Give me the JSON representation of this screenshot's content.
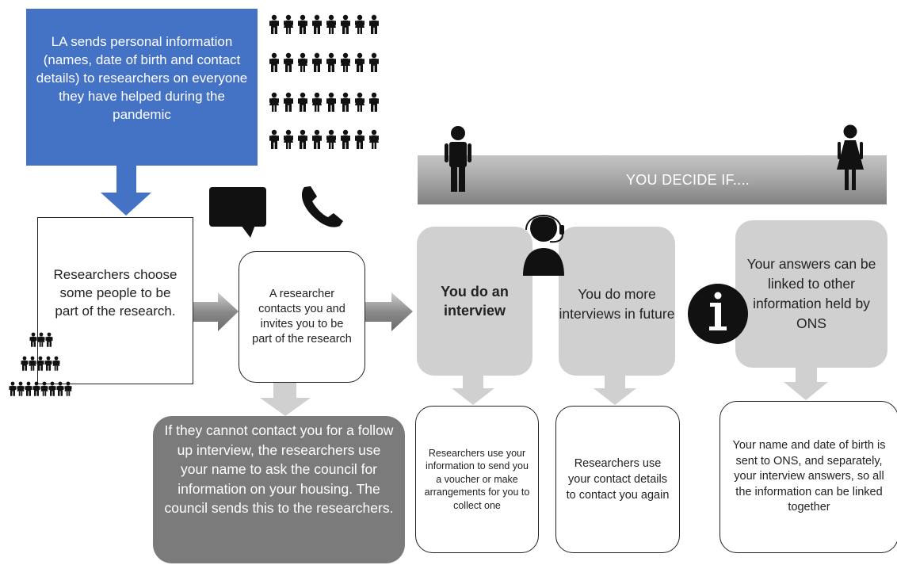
{
  "la_box": {
    "text": "LA sends personal information (names, date of birth and contact details) to researchers on everyone they have helped during the pandemic"
  },
  "choose_box": {
    "text": "Researchers choose some people to be part of the research."
  },
  "contact_box": {
    "text": "A researcher contacts you and invites you to be part of the research"
  },
  "followup_box": {
    "text": "If they cannot contact you for a follow up interview, the researchers use your name to ask the council for information on your housing. The council sends this to the researchers."
  },
  "banner": {
    "text": "YOU DECIDE IF...."
  },
  "options": [
    {
      "text": "You do an interview"
    },
    {
      "text": "You do more interviews in future"
    },
    {
      "text": "Your answers can be linked to other information held by ONS"
    }
  ],
  "outcomes": [
    {
      "text": "Researchers use your information to send you a voucher or make arrangements for you to collect one"
    },
    {
      "text": "Researchers use your contact details to contact you again"
    },
    {
      "text": "Your name and date of birth is sent to ONS, and separately, your interview answers, so all the information can be linked together"
    }
  ],
  "icons": {
    "crowd": "crowd-icon",
    "small_crowd": "people-pyramid-icon",
    "speech": "speech-bubble-icon",
    "phone": "phone-icon",
    "headset": "headset-person-icon",
    "info": "info-icon",
    "man": "man-icon",
    "woman": "woman-icon"
  },
  "colors": {
    "la_box": "#4472c4",
    "arrow_blue": "#4472c4",
    "followup": "#7b7b7b",
    "grey_card": "#d0d0d0",
    "arrow_grey": "#d0d0d0"
  }
}
